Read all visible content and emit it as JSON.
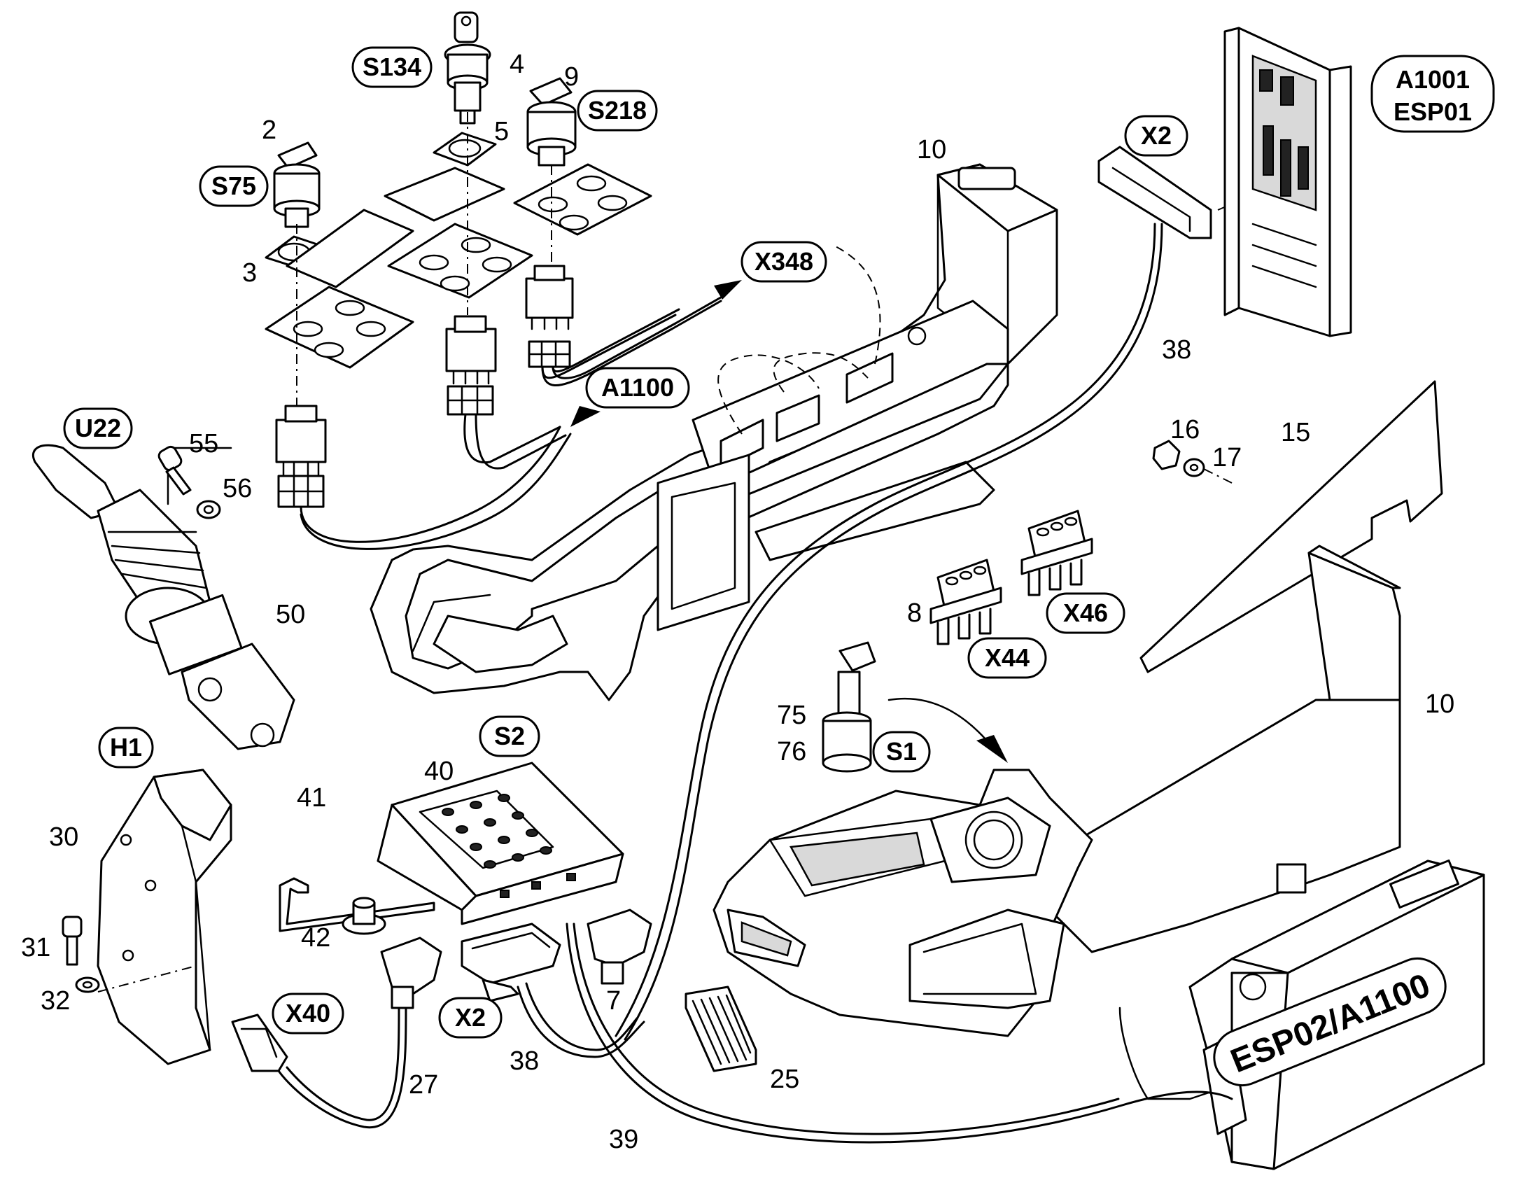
{
  "tags": {
    "s134": "S134",
    "s218": "S218",
    "s75": "S75",
    "x348": "X348",
    "a1100": "A1100",
    "x2_top": "X2",
    "a1001": "A1001",
    "esp01": "ESP01",
    "u22": "U22",
    "x46": "X46",
    "x44": "X44",
    "s1": "S1",
    "s2": "S2",
    "h1": "H1",
    "x40": "X40",
    "x2_bottom": "X2",
    "esp02": "ESP02/A1100"
  },
  "numbers": {
    "n4": "4",
    "n9": "9",
    "n2": "2",
    "n5": "5",
    "n3": "3",
    "n10_top": "10",
    "n38_top": "38",
    "n16": "16",
    "n17": "17",
    "n15": "15",
    "n55": "55",
    "n56": "56",
    "n50": "50",
    "n8": "8",
    "n10_right": "10",
    "n75": "75",
    "n76": "76",
    "n40": "40",
    "n41": "41",
    "n30": "30",
    "n31": "31",
    "n32": "32",
    "n42": "42",
    "n7": "7",
    "n27": "27",
    "n38_bottom": "38",
    "n25": "25",
    "n39": "39"
  }
}
